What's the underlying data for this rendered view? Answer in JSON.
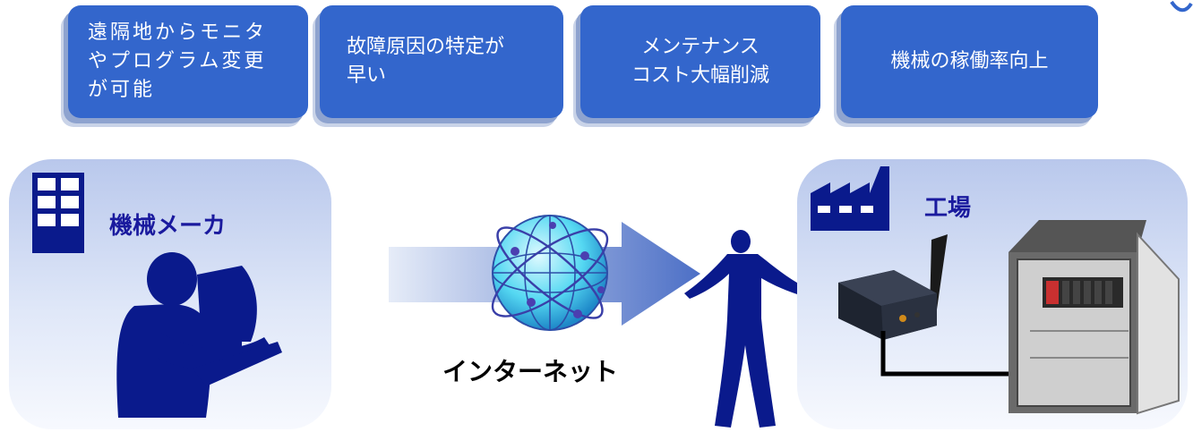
{
  "benefits": [
    {
      "text": "遠隔地からモニタ\nやプログラム変更\nが可能"
    },
    {
      "text": "故障原因の特定が\n早い"
    },
    {
      "text": "メンテナンス\nコスト大幅削減"
    },
    {
      "text": "機械の稼働率向上"
    }
  ],
  "maker": {
    "label": "機械メーカ"
  },
  "internet": {
    "label": "インターネット"
  },
  "factory": {
    "label": "工場"
  },
  "colors": {
    "box_blue": "#3366cc",
    "navy": "#0a1a8c",
    "label_blue": "#1a1a9e"
  }
}
